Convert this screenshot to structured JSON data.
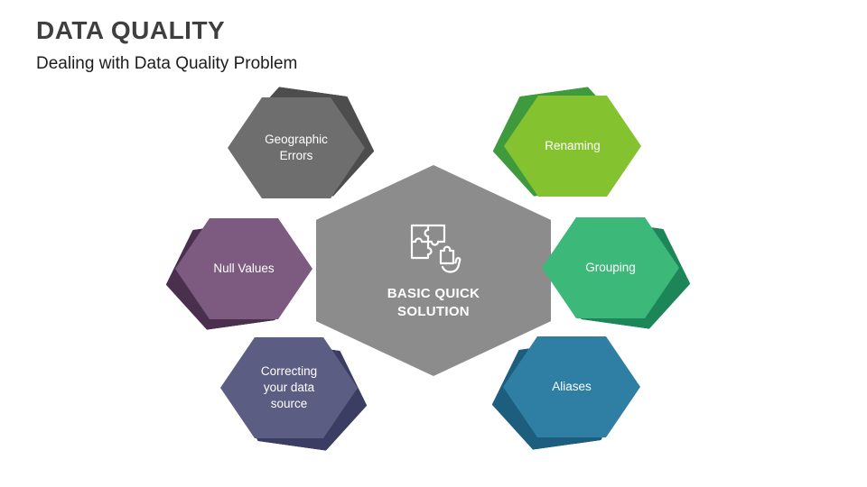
{
  "slide": {
    "title": "DATA QUALITY",
    "subtitle": "Dealing with Data Quality Problem"
  },
  "center": {
    "label": "BASIC QUICK SOLUTION",
    "color": "#8c8c8c",
    "icon": "puzzle-hand-icon"
  },
  "hexagons": [
    {
      "id": "geographic-errors",
      "label": "Geographic Errors",
      "front": "#6e6e6e",
      "back": "#4d4d4d"
    },
    {
      "id": "renaming",
      "label": "Renaming",
      "front": "#85c230",
      "back": "#3f9a3d"
    },
    {
      "id": "null-values",
      "label": "Null Values",
      "front": "#7d5a80",
      "back": "#4a2f4e"
    },
    {
      "id": "grouping",
      "label": "Grouping",
      "front": "#3cb878",
      "back": "#1d8659"
    },
    {
      "id": "correcting-data-source",
      "label": "Correcting your data source",
      "front": "#5b5e82",
      "back": "#3b3e62"
    },
    {
      "id": "aliases",
      "label": "Aliases",
      "front": "#2e7fa3",
      "back": "#1d5d7d"
    }
  ]
}
